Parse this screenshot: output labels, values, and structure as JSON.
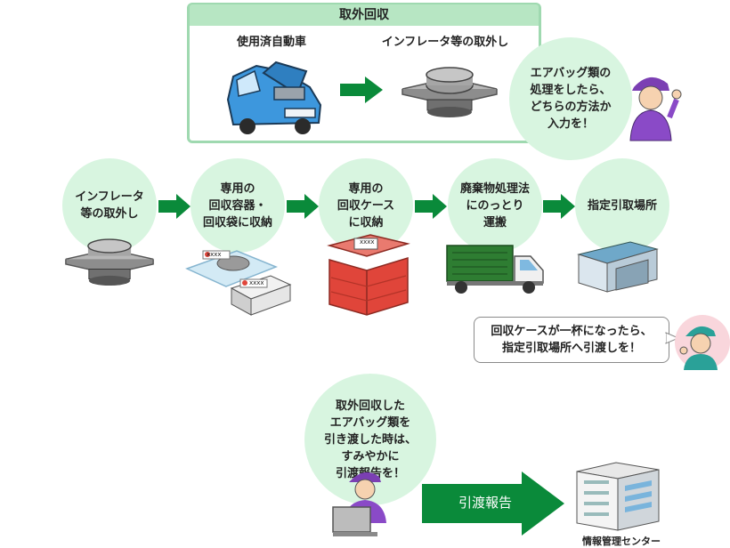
{
  "panel": {
    "title": "取外回収",
    "car_label": "使用済自動車",
    "remove_label": "インフレータ等の取外し"
  },
  "flow": [
    {
      "label": "インフレータ\n等の取外し"
    },
    {
      "label": "専用の\n回収容器・\n回収袋に収納"
    },
    {
      "label": "専用の\n回収ケース\nに収納"
    },
    {
      "label": "廃棄物処理法\nにのっとり\n運搬"
    },
    {
      "label": "指定引取場所"
    }
  ],
  "bag_tags": [
    "xxxx",
    "xxxx"
  ],
  "box_tag": "xxxx",
  "advice_top": "エアバッグ類の\n処理をしたら、\nどちらの方法か\n入力を！",
  "advice_right": "回収ケースが一杯になったら、\n指定引取場所へ引渡しを！",
  "advice_bottom": "取外回収した\nエアバッグ類を\n引き渡した時は、\nすみやかに\n引渡報告を！",
  "report": {
    "arrow_label": "引渡報告",
    "center_label": "情報管理センター"
  },
  "colors": {
    "arrow_green": "#0a8a3a",
    "circle_fill": "#d8f5e0",
    "panel_border": "#9fd9b0",
    "panel_header": "#b7e6c3",
    "case_red": "#e0453a",
    "truck_green": "#2e7d32"
  }
}
